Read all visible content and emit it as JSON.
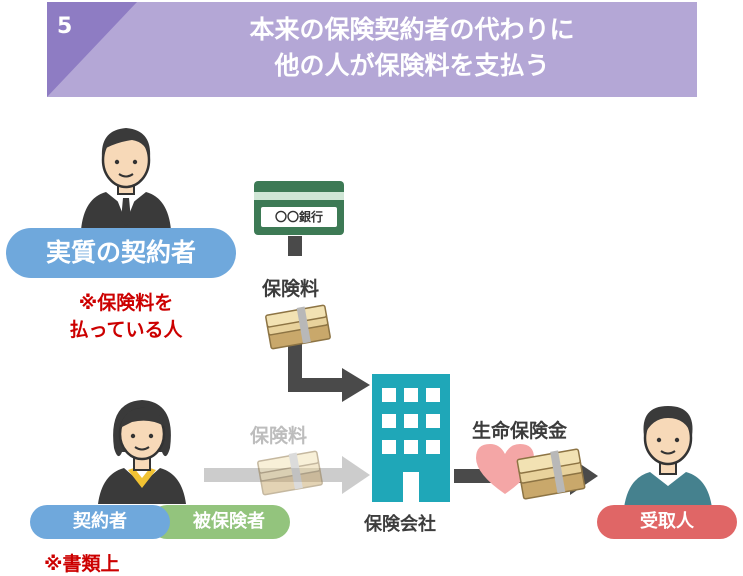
{
  "header": {
    "step_number": "5",
    "title_line1": "本来の保険契約者の代わりに",
    "title_line2": "他の人が保険料を支払う"
  },
  "real_contractor": {
    "label": "実質の契約者",
    "note_line1": "※保険料を",
    "note_line2": "払っている人"
  },
  "bank": {
    "card_label": "〇〇銀行"
  },
  "flows": {
    "premium_top": "保険料",
    "premium_faded": "保険料",
    "payout": "生命保険金"
  },
  "insurer": {
    "label": "保険会社"
  },
  "nominal": {
    "contractor_label": "契約者",
    "insured_label": "被保険者",
    "note": "※書類上"
  },
  "recipient": {
    "label": "受取人"
  },
  "colors": {
    "banner": "#b4a7d6",
    "banner_tab": "#8e7cc3",
    "contractor_blue": "#6fa8dc",
    "insured_green": "#93c47d",
    "recipient_red": "#e06666",
    "note_red": "#cc0000",
    "building_teal": "#1fa7b8",
    "arrow_dark": "#4a4a4a",
    "arrow_faded": "#cccccc",
    "heart_pink": "#f4a6a6",
    "card_green": "#3d7a55"
  }
}
